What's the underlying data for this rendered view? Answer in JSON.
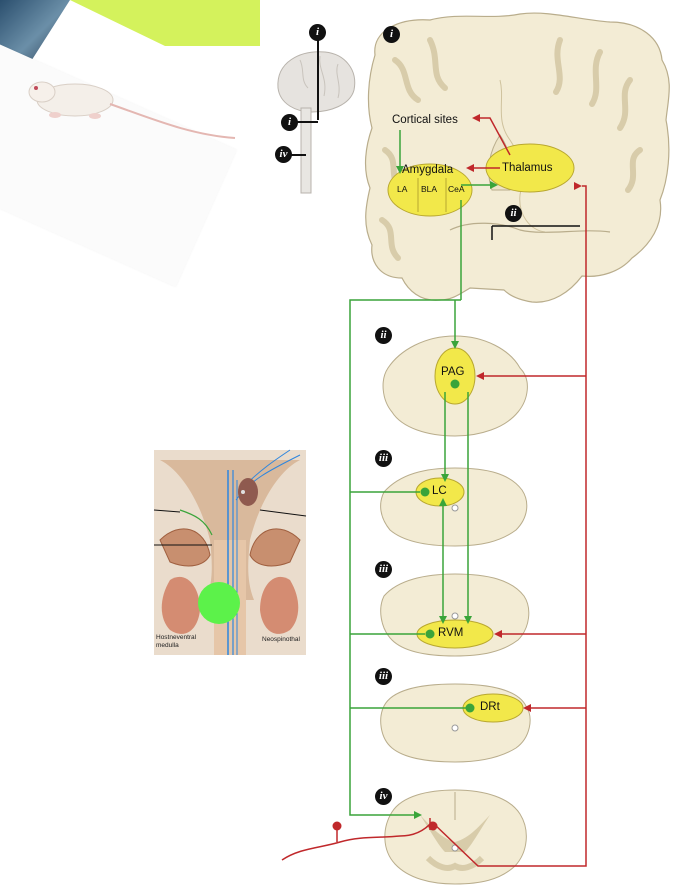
{
  "colors": {
    "green_pathway": "#3aa43a",
    "red_pathway": "#c0282b",
    "nucleus_fill": "#f2e84a",
    "tissue_fill": "#f3ecd5",
    "tissue_stroke": "#b9ad8c",
    "banner_green": "#d4f25c",
    "green_circle": "#5cf24a"
  },
  "badges": {
    "brain_small_top": "i",
    "brain_small_middle": "i",
    "brain_small_bottom": "iv",
    "coronal": "i",
    "coronal_cut": "ii",
    "pag_section": "ii",
    "lc_section": "iii",
    "rvm_section": "iii",
    "drt_section": "iii",
    "spinal_section": "iv"
  },
  "labels": {
    "cortical_sites": "Cortical sites",
    "amygdala": "Amygdala",
    "thalamus": "Thalamus",
    "la": "LA",
    "bla": "BLA",
    "cea": "CeA",
    "pag": "PAG",
    "lc": "LC",
    "rvm": "RVM",
    "drt": "DRt"
  },
  "inset": {
    "label_left": "Hostneventral\nmedulla",
    "label_right": "Neospinothal"
  }
}
